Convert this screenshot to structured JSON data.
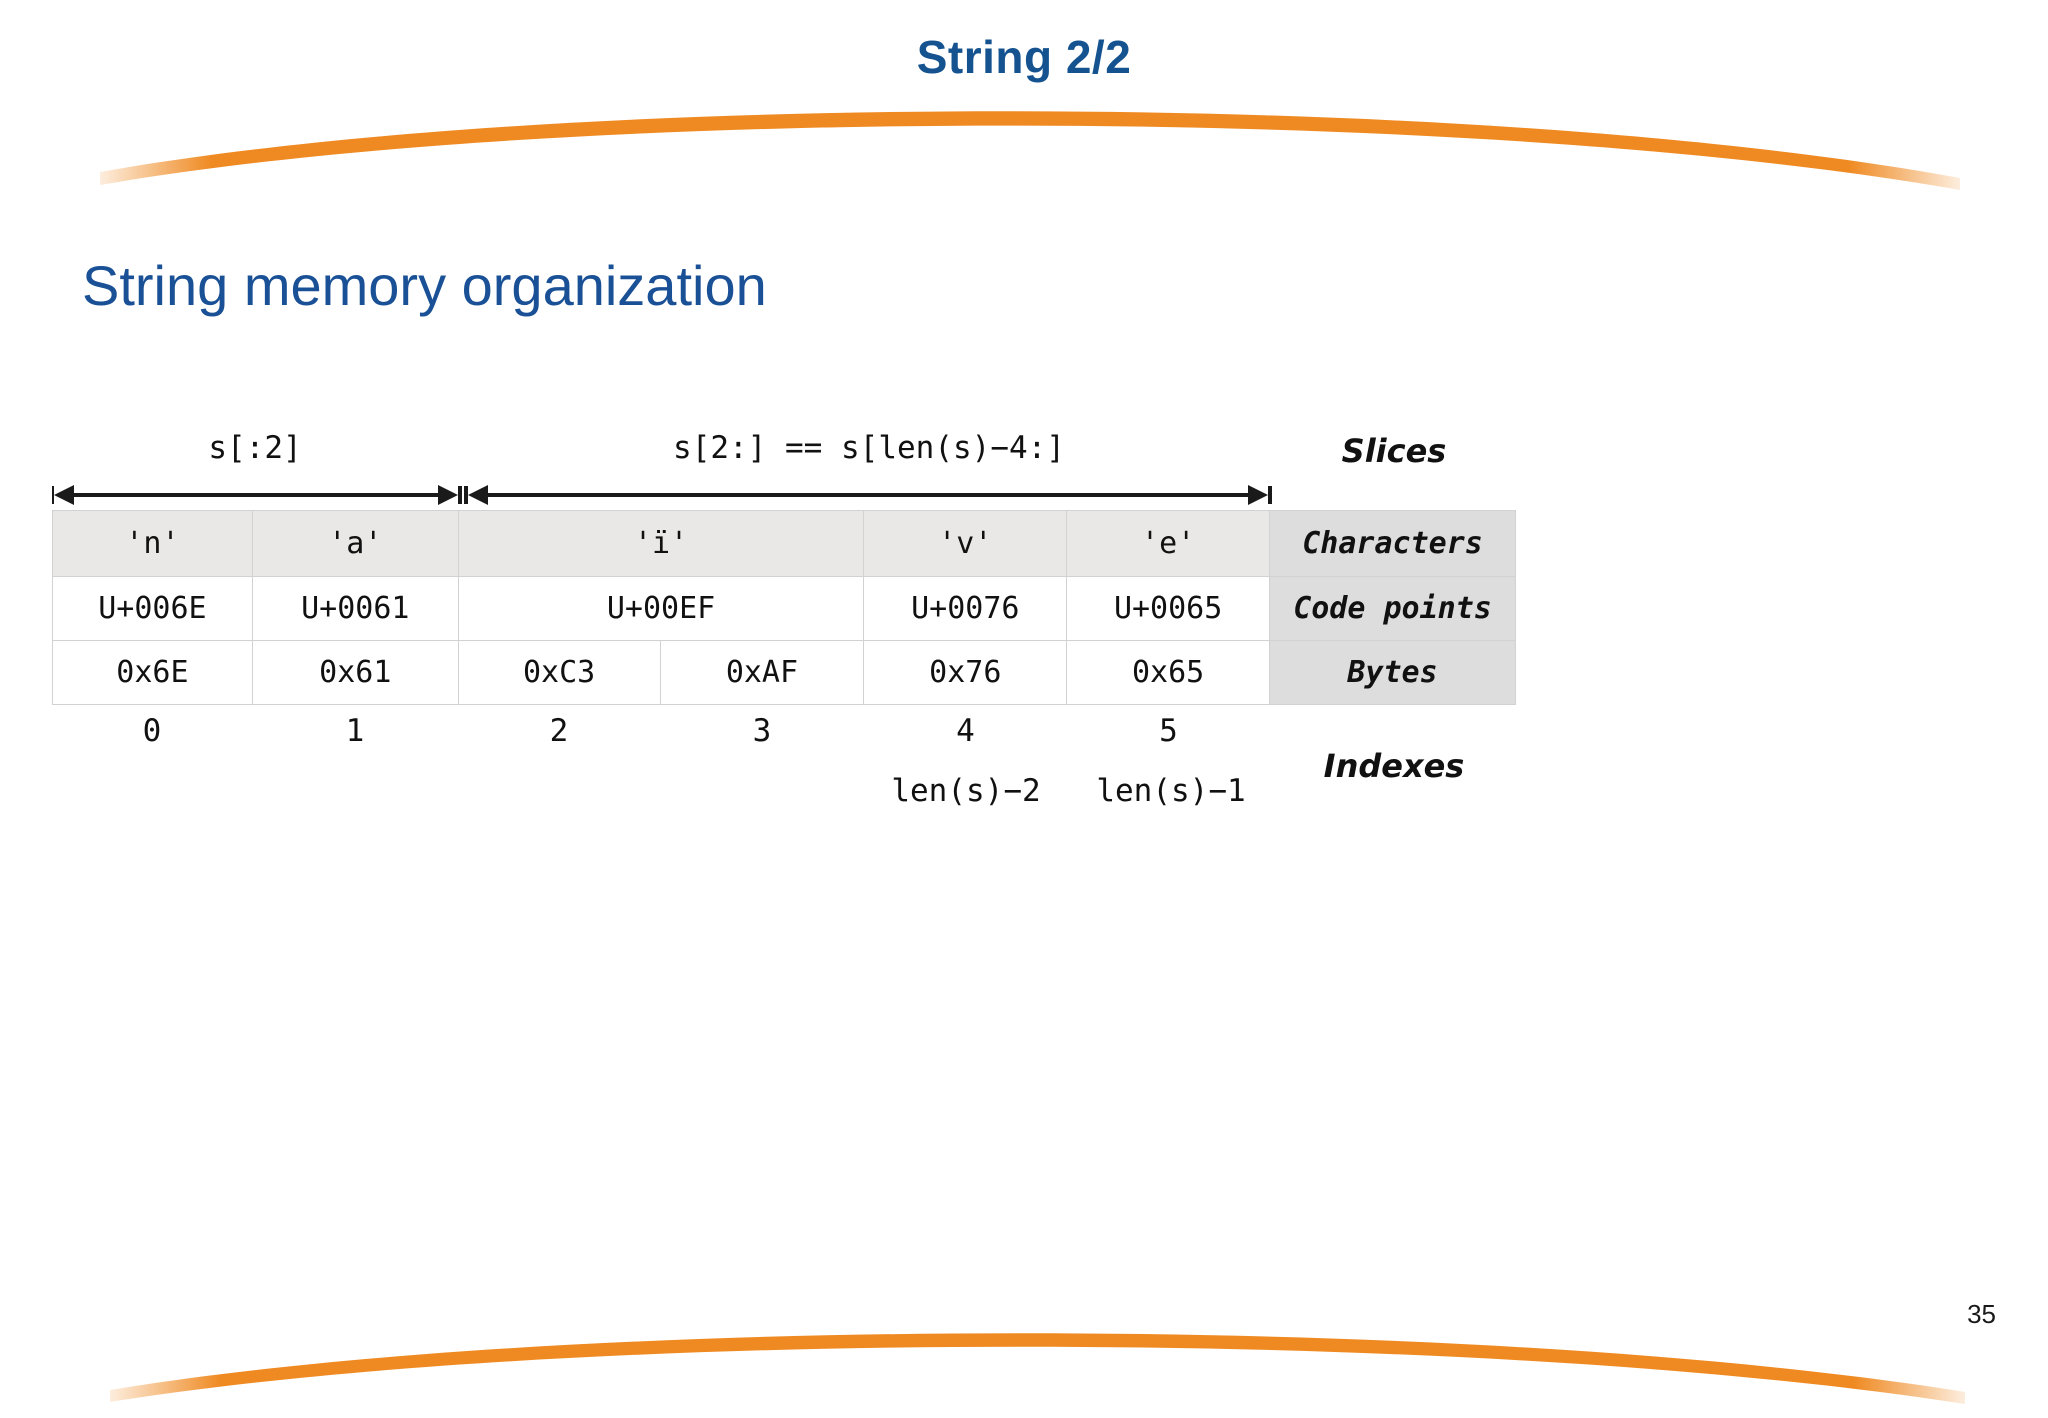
{
  "slide": {
    "title": "String 2/2",
    "heading": "String memory organization",
    "page_number": "35",
    "accent_color": "#ef8a22",
    "title_color": "#14538f",
    "heading_color": "#1a5196"
  },
  "diagram": {
    "slices": {
      "left_label": "s[:2]",
      "right_label": "s[2:] == s[len(s)−4:]"
    },
    "row_labels": {
      "slices": "Slices",
      "characters": "Characters",
      "code_points": "Code points",
      "bytes": "Bytes",
      "indexes": "Indexes"
    },
    "columns": [
      {
        "byte": "0x6E",
        "code_point": "U+006E",
        "character": "'n'",
        "index": "0",
        "index_neg": ""
      },
      {
        "byte": "0x61",
        "code_point": "U+0061",
        "character": "'a'",
        "index": "1",
        "index_neg": ""
      },
      {
        "byte": "0xC3",
        "code_point": "U+00EF",
        "character": "'ï'",
        "index": "2",
        "index_neg": ""
      },
      {
        "byte": "0xAF",
        "code_point": "",
        "character": "",
        "index": "3",
        "index_neg": ""
      },
      {
        "byte": "0x76",
        "code_point": "U+0076",
        "character": "'v'",
        "index": "4",
        "index_neg": "len(s)−2"
      },
      {
        "byte": "0x65",
        "code_point": "U+0065",
        "character": "'e'",
        "index": "5",
        "index_neg": "len(s)−1"
      }
    ],
    "characters_row": [
      {
        "text": "'n'",
        "span": 1
      },
      {
        "text": "'a'",
        "span": 1
      },
      {
        "text": "'ï'",
        "span": 2
      },
      {
        "text": "'v'",
        "span": 1
      },
      {
        "text": "'e'",
        "span": 1
      }
    ],
    "codepoints_row": [
      {
        "text": "U+006E",
        "span": 1
      },
      {
        "text": "U+0061",
        "span": 1
      },
      {
        "text": "U+00EF",
        "span": 2
      },
      {
        "text": "U+0076",
        "span": 1
      },
      {
        "text": "U+0065",
        "span": 1
      }
    ],
    "bytes_row": [
      {
        "text": "0x6E",
        "span": 1
      },
      {
        "text": "0x61",
        "span": 1
      },
      {
        "text": "0xC3",
        "span": 1
      },
      {
        "text": "0xAF",
        "span": 1
      },
      {
        "text": "0x76",
        "span": 1
      },
      {
        "text": "0x65",
        "span": 1
      }
    ],
    "index_row": [
      "0",
      "1",
      "2",
      "3",
      "4",
      "5"
    ],
    "index_row_negative": [
      "",
      "",
      "",
      "",
      "len(s)−2",
      "len(s)−1"
    ]
  }
}
